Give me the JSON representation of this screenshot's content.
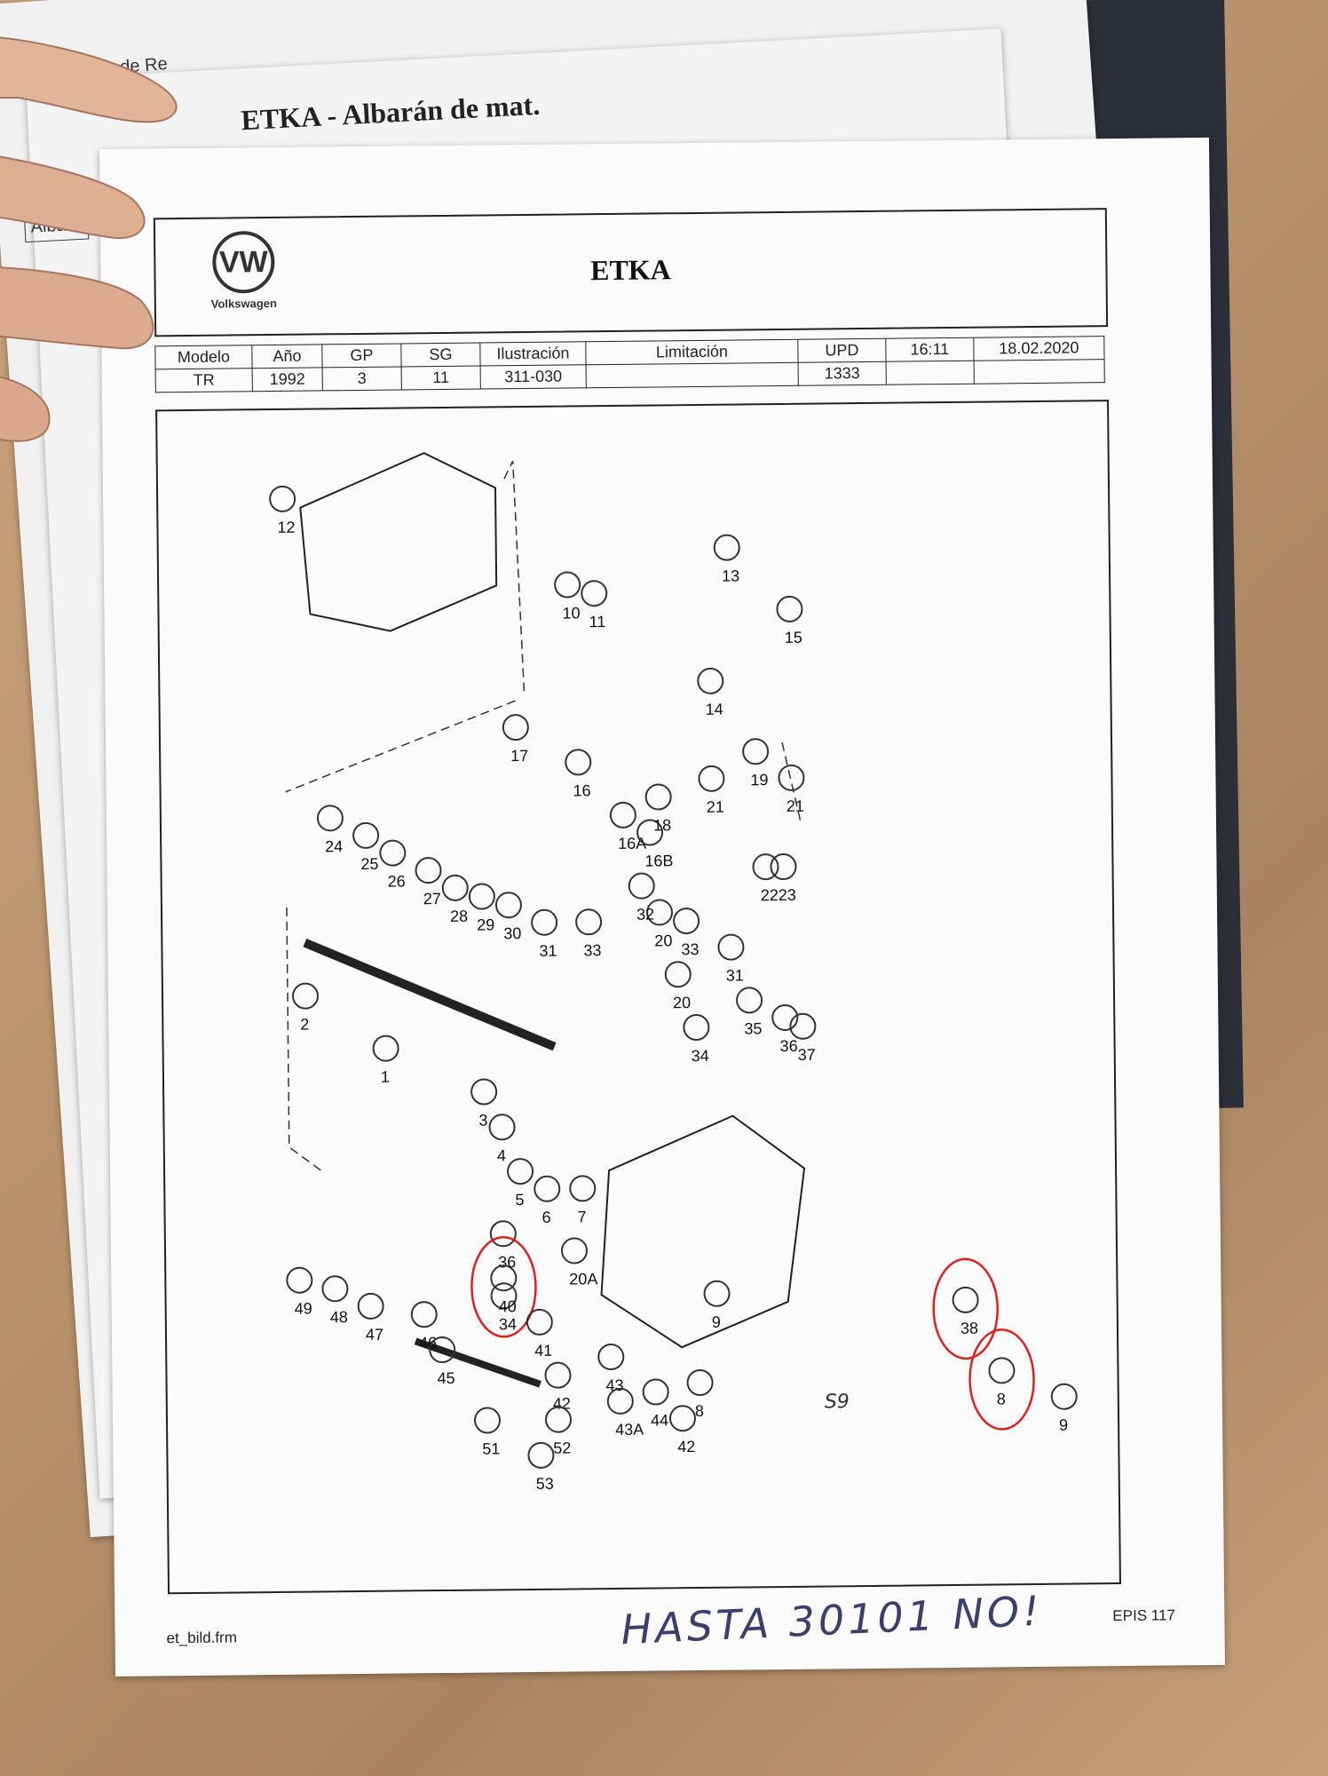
{
  "background_sheets": {
    "top_fragment": "den de Re",
    "title": "ETKA - Albarán de mat.",
    "side_fragment": "Albará"
  },
  "header": {
    "logo_letters": "VW",
    "brand": "Volkswagen",
    "title": "ETKA"
  },
  "info_table": {
    "headers": [
      "Modelo",
      "Año",
      "GP",
      "SG",
      "Ilustración",
      "Limitación",
      "UPD",
      "16:11",
      "18.02.2020"
    ],
    "values": [
      "TR",
      "1992",
      "3",
      "11",
      "311-030",
      "",
      "1333",
      "",
      ""
    ]
  },
  "diagram": {
    "part_numbers": [
      "1",
      "2",
      "3",
      "4",
      "5",
      "6",
      "7",
      "8",
      "8",
      "9",
      "9",
      "10",
      "11",
      "12",
      "13",
      "14",
      "15",
      "16",
      "16A",
      "16B",
      "17",
      "18",
      "19",
      "20",
      "20",
      "20A",
      "21",
      "21",
      "22",
      "23",
      "24",
      "25",
      "26",
      "27",
      "28",
      "29",
      "30",
      "31",
      "31",
      "32",
      "33",
      "33",
      "34",
      "34",
      "35",
      "36",
      "36",
      "37",
      "38",
      "40",
      "41",
      "42",
      "42",
      "43",
      "43A",
      "44",
      "45",
      "46",
      "47",
      "48",
      "49",
      "51",
      "52",
      "53"
    ],
    "annotation": "S9",
    "highlighted_parts": [
      "40",
      "38",
      "8"
    ],
    "highlight_color": "#e0201c"
  },
  "footer": {
    "left": "et_bild.frm",
    "right": "EPIS 117",
    "handwritten": "HASTA 30101   NO!"
  }
}
